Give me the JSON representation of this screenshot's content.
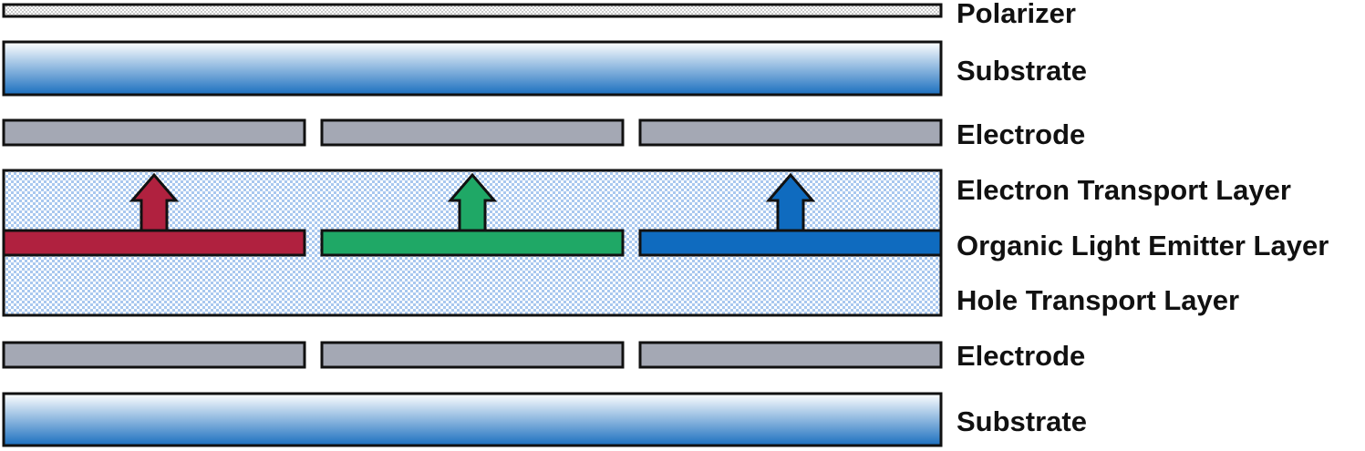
{
  "colors": {
    "outline": "#111111",
    "electrode_fill": "#a4a8b4",
    "substrate_top": "#ffffff",
    "substrate_bottom": "#1b6fbf",
    "transport_pattern": "#a9c8ef",
    "emitter_red": "#b0213f",
    "emitter_green": "#1fa866",
    "emitter_blue": "#0f6bbf",
    "label_text": "#111111"
  },
  "labels": {
    "polarizer": "Polarizer",
    "substrate_top": "Substrate",
    "electrode_top": "Electrode",
    "electron_transport": "Electron Transport Layer",
    "organic_emitter": "Organic Light Emitter Layer",
    "hole_transport": "Hole Transport Layer",
    "electrode_bottom": "Electrode",
    "substrate_bottom": "Substrate"
  },
  "emitters": [
    {
      "color_key": "emitter_red",
      "arrow": "up-arrow-icon"
    },
    {
      "color_key": "emitter_green",
      "arrow": "up-arrow-icon"
    },
    {
      "color_key": "emitter_blue",
      "arrow": "up-arrow-icon"
    }
  ]
}
